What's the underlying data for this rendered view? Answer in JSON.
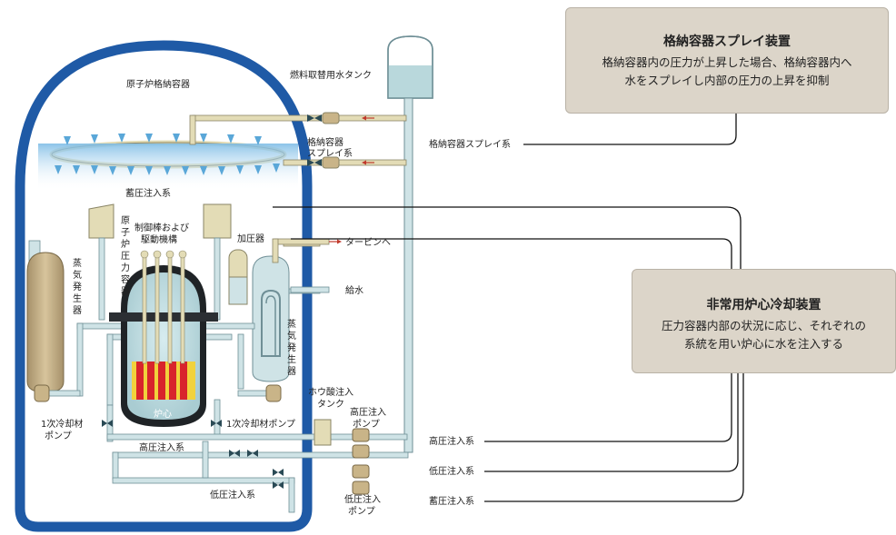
{
  "callouts": {
    "spray": {
      "title": "格納容器スプレイ装置",
      "line1": "格納容器内の圧力が上昇した場合、格納容器内へ",
      "line2": "水をスプレイし内部の圧力の上昇を抑制"
    },
    "eccs": {
      "title": "非常用炉心冷却装置",
      "line1": "圧力容器内部の状況に応じ、それぞれの",
      "line2": "系統を用い炉心に水を注入する"
    }
  },
  "labels": {
    "containment": "原子炉格納容器",
    "fuel_tank": "燃料取替用水タンク",
    "spray_system_a": "格納容器",
    "spray_system_b": "スプレイ系",
    "spray_system_right": "格納容器スプレイ系",
    "accumulator": "蓄圧注入系",
    "reactor_vessel": [
      "原",
      "子",
      "炉",
      "圧",
      "力",
      "容",
      "器"
    ],
    "control_rod_a": "制御棒および",
    "control_rod_b": "駆動機構",
    "pressurizer": "加圧器",
    "to_turbine": "タービンへ",
    "feedwater": "給水",
    "sg_left": [
      "蒸",
      "気",
      "発",
      "生",
      "器"
    ],
    "sg_right": [
      "蒸",
      "気",
      "発",
      "生",
      "器"
    ],
    "core": "炉心",
    "boric_tank_a": "ホウ酸注入",
    "boric_tank_b": "タンク",
    "hp_pump_a": "高圧注入",
    "hp_pump_b": "ポンプ",
    "primary_pump_left_a": "1次冷却材",
    "primary_pump_left_b": "ポンプ",
    "primary_pump_right": "1次冷却材ポンプ",
    "hp_injection_inner": "高圧注入系",
    "lp_injection_inner": "低圧注入系",
    "lp_pump_a": "低圧注入",
    "lp_pump_b": "ポンプ",
    "hp_injection_right": "高圧注入系",
    "lp_injection_right": "低圧注入系",
    "accumulator_right": "蓄圧注入系"
  },
  "colors": {
    "containment_wall": "#1f5aa6",
    "pipe": "#cfe3e6",
    "pipe_stroke": "#6f8f96",
    "water": "#b9d8dc",
    "beige": "#e3dcb6",
    "sg_brown": "#c9b488",
    "callout_bg": "#dcd5c9",
    "core_red": "#d8242c",
    "core_yellow": "#f1d23c",
    "spray_blue": "#8fc7e8"
  }
}
